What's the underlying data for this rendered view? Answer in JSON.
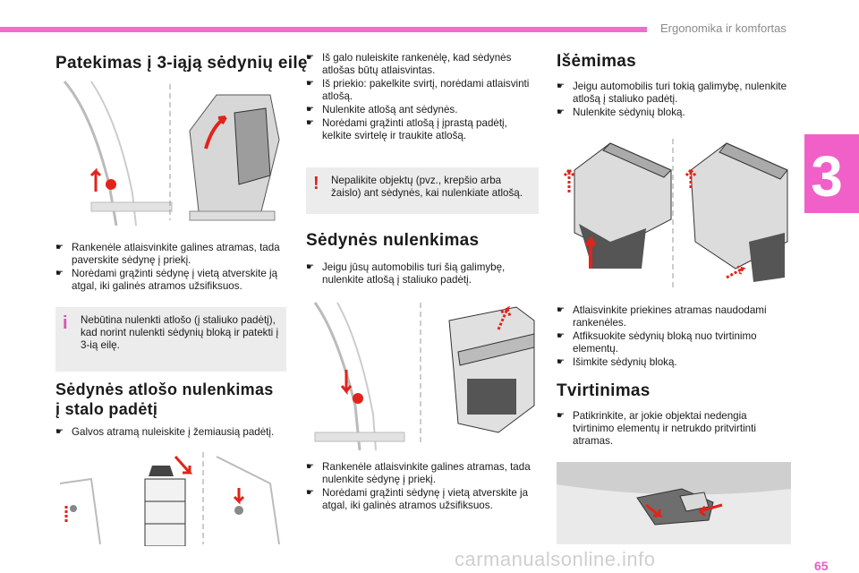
{
  "header": {
    "section_title": "Ergonomika ir komfortas",
    "chapter": "3",
    "page_number": "65"
  },
  "watermark": "carmanualsonline.info",
  "col1": {
    "title": "Patekimas į 3-iąją sėdynių eilę",
    "bullets": [
      "Rankenėle atlaisvinkite galines atramas, tada paverskite sėdynę į priekį.",
      "Norėdami grąžinti sėdynę į vietą atverskite ją atgal, iki galinės atramos užsifiksuos."
    ],
    "note": "Nebūtina nulenkti atlošo (į staliuko padėtį), kad norint nulenkti sėdynių bloką ir patekti į 3-ią eilę.",
    "section2_title_line1": "Sėdynės atlošo nulenkimas",
    "section2_title_line2": "į stalo padėtį",
    "section2_bullets": [
      "Galvos atramą nuleiskite į žemiausią padėtį."
    ]
  },
  "col2": {
    "bullets": [
      "Iš galo nuleiskite rankenėlę, kad sėdynės atlošas būtų atlaisvintas.",
      "Iš priekio: pakelkite svirtį, norėdami atlaisvinti atlošą.",
      "Nulenkite atlošą ant sėdynės.",
      "Norėdami grąžinti atlošą į įprastą padėtį, kelkite svirtelę ir traukite atlošą."
    ],
    "warning": "Nepalikite objektų (pvz., krepšio arba žaislo) ant sėdynės, kai nulenkiate atlošą.",
    "section_title": "Sėdynės nulenkimas",
    "section_bullets": [
      "Jeigu jūsų automobilis turi šią galimybę, nulenkite atlošą į staliuko padėtį."
    ],
    "bottom_bullets": [
      "Rankenėle atlaisvinkite galines atramas, tada nulenkite sėdynę į priekį.",
      "Norėdami grąžinti sėdynę į vietą atverskite ja atgal, iki galinės atramos užsifiksuos."
    ]
  },
  "col3": {
    "title": "Išėmimas",
    "bullets": [
      "Jeigu automobilis turi tokią galimybę, nulenkite atlošą į staliuko padėtį.",
      "Nulenkite sėdynių bloką."
    ],
    "mid_bullets": [
      "Atlaisvinkite priekines atramas naudodami rankenėles.",
      "Atfiksuokite sėdynių bloką nuo tvirtinimo elementų.",
      "Išimkite sėdynių bloką."
    ],
    "section_title": "Tvirtinimas",
    "section_bullets": [
      "Patikrinkite, ar jokie objektai nedengia tvirtinimo elementų ir netrukdo pritvirtinti atramas."
    ]
  },
  "icons": {
    "bullet": "hand-pointer-icon",
    "info": "info-icon",
    "warning": "exclamation-icon"
  },
  "colors": {
    "accent_pink": "#f16bd0",
    "arrow_red": "#e2231a",
    "note_bg": "#ececec",
    "warning_red": "#e21b1b"
  }
}
